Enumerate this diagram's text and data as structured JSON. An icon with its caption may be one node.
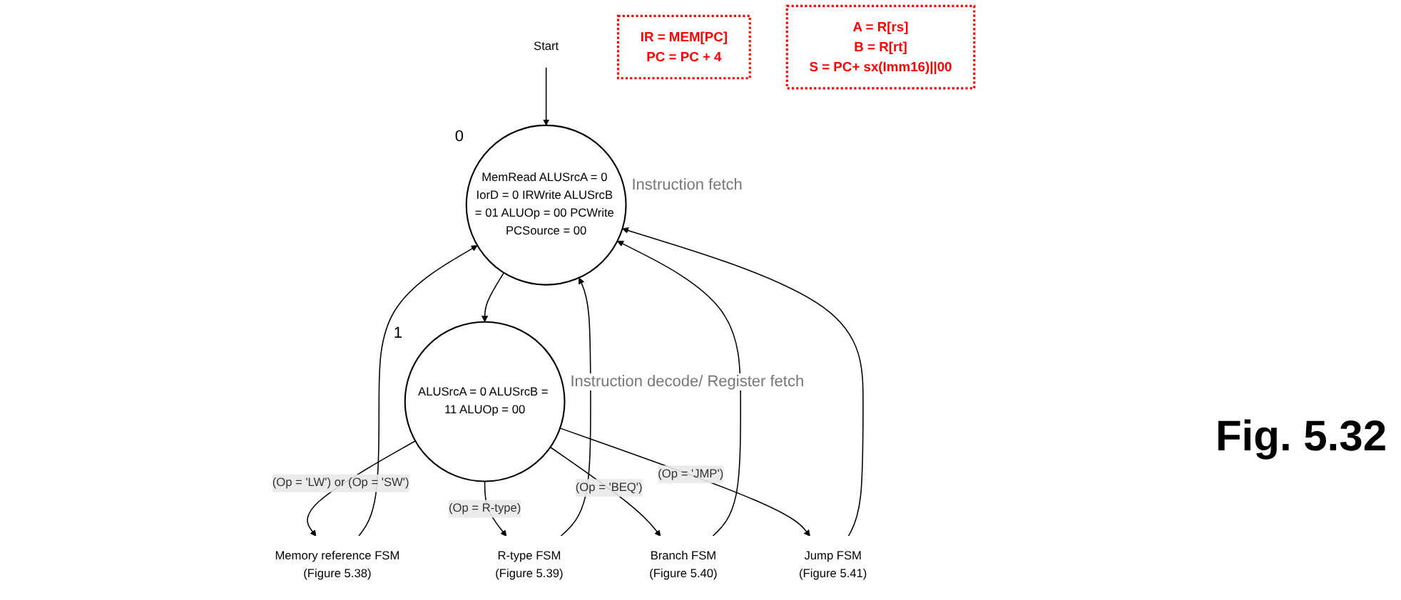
{
  "diagram": {
    "nodes": [
      {
        "text": [
          "Start"
        ]
      },
      {
        "text": [
          "MemRead ALUSrcA = 0 IorD = 0 IRWrite ALUSrcB = 01 ALUOp = 00 PCWrite PCSource = 00"
        ],
        "beside": [
          "Instruction fetch",
          "0"
        ]
      },
      {
        "text": [
          "ALUSrcA = 0 ALUSrcB = 11 ALUOp = 00"
        ],
        "beside": [
          "Instruction decode/ Register fetch",
          "1"
        ]
      },
      {
        "text": [
          "Memory reference FSM",
          "(Figure 5.38)"
        ]
      },
      {
        "text": [
          "R-type FSM",
          "(Figure 5.39)"
        ]
      },
      {
        "text": [
          "Branch FSM",
          "(Figure 5.40)"
        ]
      },
      {
        "text": [
          "Jump FSM",
          "(Figure 5.41)"
        ]
      },
      {
        "text": [
          "IR = MEM[PC]",
          "PC = PC + 4"
        ]
      },
      {
        "text": [
          "A = R[rs]",
          "B = R[rt]",
          "S = PC+ sx(Imm16)||00"
        ]
      }
    ],
    "edges": [
      {
        "from": 0,
        "to": 1,
        "arrow": "to"
      },
      {
        "from": 1,
        "to": 2,
        "arrow": "to"
      },
      {
        "from": 2,
        "to": 3,
        "arrow": "to",
        "label": "(Op = 'LW') or (Op = 'SW')"
      },
      {
        "from": 2,
        "to": 4,
        "arrow": "to",
        "label": "(Op = R-type)"
      },
      {
        "from": 2,
        "to": 5,
        "arrow": "to",
        "label": "(Op = 'BEQ')"
      },
      {
        "from": 2,
        "to": 6,
        "arrow": "to",
        "label": "(Op = 'JMP')"
      },
      {
        "from": 3,
        "to": 1,
        "arrow": "to"
      },
      {
        "from": 4,
        "to": 1,
        "arrow": "to"
      },
      {
        "from": 5,
        "to": 1,
        "arrow": "to"
      },
      {
        "from": 6,
        "to": 1,
        "arrow": "to"
      }
    ],
    "labels": [
      "Fig. 5.32"
    ]
  }
}
